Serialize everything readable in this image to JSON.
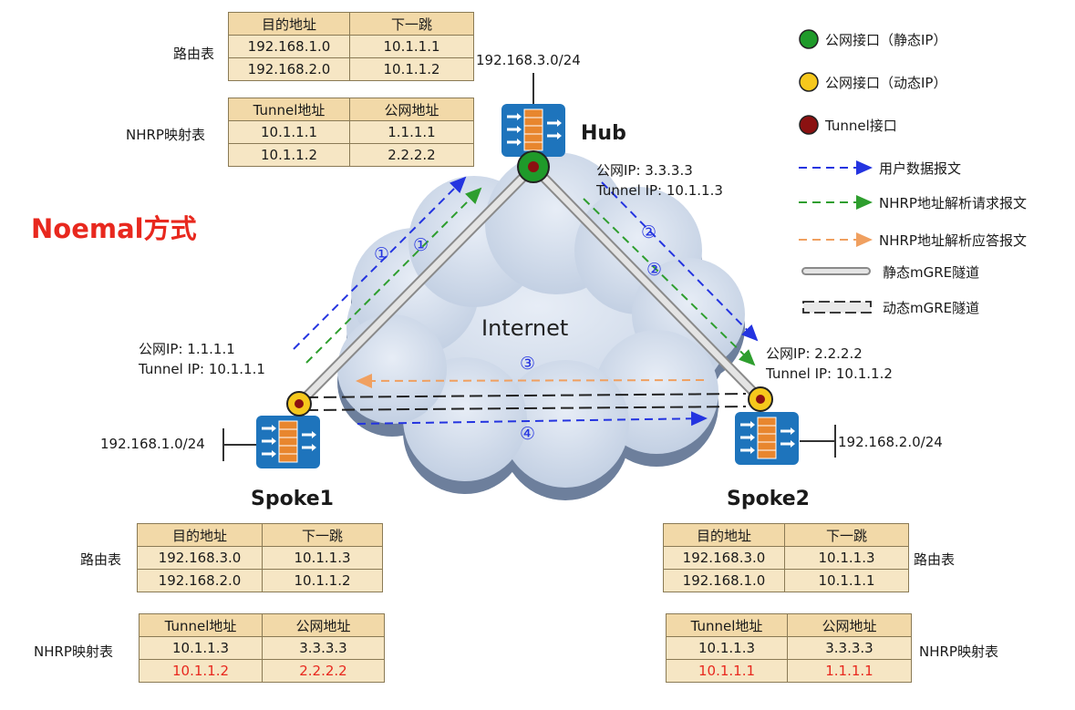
{
  "title": "Noemal方式",
  "cloud_label": "Internet",
  "nodes": {
    "hub": {
      "name": "Hub",
      "public_ip": "公网IP:  3.3.3.3",
      "tunnel_ip": "Tunnel IP:  10.1.1.3",
      "subnet": "192.168.3.0/24"
    },
    "spoke1": {
      "name": "Spoke1",
      "public_ip": "公网IP:  1.1.1.1",
      "tunnel_ip": "Tunnel IP:  10.1.1.1",
      "subnet": "192.168.1.0/24"
    },
    "spoke2": {
      "name": "Spoke2",
      "public_ip": "公网IP:  2.2.2.2",
      "tunnel_ip": "Tunnel IP:  10.1.1.2",
      "subnet": "192.168.2.0/24"
    }
  },
  "step_markers": [
    "①",
    "①",
    "②",
    "②",
    "③",
    "④"
  ],
  "tables": {
    "hub_route": {
      "caption": "路由表",
      "headers": [
        "目的地址",
        "下一跳"
      ],
      "rows": [
        [
          "192.168.1.0",
          "10.1.1.1"
        ],
        [
          "192.168.2.0",
          "10.1.1.2"
        ]
      ]
    },
    "hub_nhrp": {
      "caption": "NHRP映射表",
      "headers": [
        "Tunnel地址",
        "公网地址"
      ],
      "rows": [
        [
          "10.1.1.1",
          "1.1.1.1"
        ],
        [
          "10.1.1.2",
          "2.2.2.2"
        ]
      ]
    },
    "spoke1_route": {
      "caption": "路由表",
      "headers": [
        "目的地址",
        "下一跳"
      ],
      "rows": [
        [
          "192.168.3.0",
          "10.1.1.3"
        ],
        [
          "192.168.2.0",
          "10.1.1.2"
        ]
      ]
    },
    "spoke1_nhrp": {
      "caption": "NHRP映射表",
      "headers": [
        "Tunnel地址",
        "公网地址"
      ],
      "rows": [
        [
          "10.1.1.3",
          "3.3.3.3"
        ],
        [
          "10.1.1.2",
          "2.2.2.2"
        ]
      ]
    },
    "spoke2_route": {
      "caption": "路由表",
      "headers": [
        "目的地址",
        "下一跳"
      ],
      "rows": [
        [
          "192.168.3.0",
          "10.1.1.3"
        ],
        [
          "192.168.1.0",
          "10.1.1.1"
        ]
      ]
    },
    "spoke2_nhrp": {
      "caption": "NHRP映射表",
      "headers": [
        "Tunnel地址",
        "公网地址"
      ],
      "rows": [
        [
          "10.1.1.3",
          "3.3.3.3"
        ],
        [
          "10.1.1.1",
          "1.1.1.1"
        ]
      ]
    }
  },
  "legend": [
    {
      "icon": "green-dot-icon",
      "text": "公网接口（静态IP）"
    },
    {
      "icon": "yellow-dot-icon",
      "text": "公网接口（动态IP）"
    },
    {
      "icon": "darkred-dot-icon",
      "text": "Tunnel接口"
    },
    {
      "icon": "blue-dashed-arrow-icon",
      "text": "用户数据报文"
    },
    {
      "icon": "green-dashed-arrow-icon",
      "text": "NHRP地址解析请求报文"
    },
    {
      "icon": "orange-dashed-arrow-icon",
      "text": "NHRP地址解析应答报文"
    },
    {
      "icon": "static-tunnel-icon",
      "text": "静态mGRE隧道"
    },
    {
      "icon": "dynamic-tunnel-icon",
      "text": "动态mGRE隧道"
    }
  ],
  "colors": {
    "title": "#e8281e",
    "table_header": "#f2d9a8",
    "table_cell": "#f6e6c4",
    "highlight": "#e8281e",
    "cloud": "#c9d6e8",
    "user_data": "#2434e0",
    "nhrp_request": "#2e9e2e",
    "nhrp_reply": "#f0a060",
    "router": "#1e74bc"
  }
}
